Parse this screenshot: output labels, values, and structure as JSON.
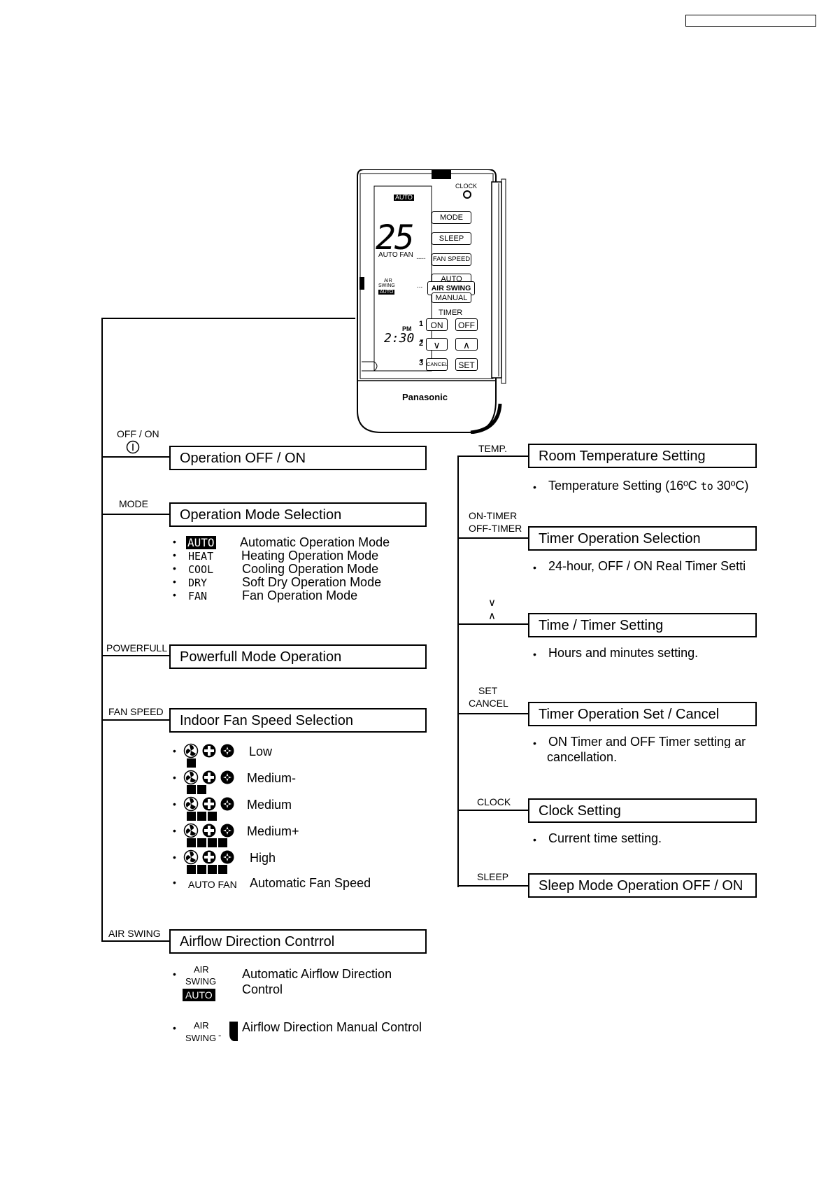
{
  "remote": {
    "brand": "Panasonic",
    "clock_label": "CLOCK",
    "display": {
      "mode_badge": "AUTO",
      "temperature": "25",
      "auto_fan": "AUTO FAN",
      "air_swing_top": "AIR",
      "air_swing_bottom": "SWING",
      "air_swing_badge": "AUTO",
      "pm": "PM",
      "time": "2:30"
    },
    "buttons": {
      "mode": "MODE",
      "sleep": "SLEEP",
      "fan_speed": "FAN SPEED",
      "auto": "AUTO",
      "air_swing": "AIR SWING",
      "manual": "MANUAL",
      "timer": "TIMER",
      "on": "ON",
      "off": "OFF",
      "down": "∨",
      "up": "∧",
      "cancel": "CANCEL",
      "set": "SET",
      "n1": "1",
      "n2": "2",
      "n3": "3"
    }
  },
  "left": {
    "off_on": {
      "label": "OFF / ON",
      "icon": "power-icon",
      "title": "Operation OFF / ON"
    },
    "mode": {
      "label": "MODE",
      "title": "Operation Mode Selection",
      "items": [
        {
          "code": "AUTO",
          "text": "Automatic Operation Mode"
        },
        {
          "code": "HEAT",
          "text": "Heating Operation Mode"
        },
        {
          "code": "COOL",
          "text": "Cooling Operation Mode"
        },
        {
          "code": "DRY",
          "text": "Soft Dry Operation Mode"
        },
        {
          "code": "FAN",
          "text": "Fan Operation Mode"
        }
      ]
    },
    "powerfull": {
      "label": "POWERFULL",
      "title": "Powerfull Mode Operation"
    },
    "fan_speed": {
      "label": "FAN SPEED",
      "title": "Indoor Fan Speed Selection",
      "items": [
        {
          "level": 1,
          "text": "Low"
        },
        {
          "level": 2,
          "text": "Medium-"
        },
        {
          "level": 3,
          "text": "Medium"
        },
        {
          "level": 4,
          "text": "Medium+"
        },
        {
          "level": 5,
          "text": "High"
        }
      ],
      "auto_code": "AUTO FAN",
      "auto_text": "Automatic Fan Speed"
    },
    "air_swing": {
      "label": "AIR SWING",
      "title": "Airflow Direction Contrrol",
      "auto_air": "AIR",
      "auto_swing": "SWING",
      "auto_badge": "AUTO",
      "auto_text_1": "Automatic Airflow Direction",
      "auto_text_2": "Control",
      "manual_air": "AIR",
      "manual_swing": "SWING",
      "manual_text": "Airflow Direction Manual Control"
    }
  },
  "right": {
    "temp": {
      "label": "TEMP.",
      "title": "Room Temperature Setting",
      "desc_1": "Temperature Setting (16ºC ",
      "desc_to": "to",
      "desc_2": " 30ºC)"
    },
    "timer": {
      "label_1": "ON-TIMER",
      "label_2": "OFF-TIMER",
      "title": "Timer Operation Selection",
      "desc": "24-hour, OFF / ON Real Timer Setti"
    },
    "time": {
      "label_1": "∨",
      "label_2": "∧",
      "title": "Time / Timer Setting",
      "desc": "Hours and minutes setting."
    },
    "set_cancel": {
      "label_1": "SET",
      "label_2": "CANCEL",
      "title": "Timer Operation Set / Cancel",
      "desc_1": "ON Timer and OFF Timer setting ar",
      "desc_2": "cancellation."
    },
    "clock": {
      "label": "CLOCK",
      "title": "Clock Setting",
      "desc": "Current time setting."
    },
    "sleep": {
      "label": "SLEEP",
      "title": "Sleep Mode Operation OFF / ON"
    }
  }
}
